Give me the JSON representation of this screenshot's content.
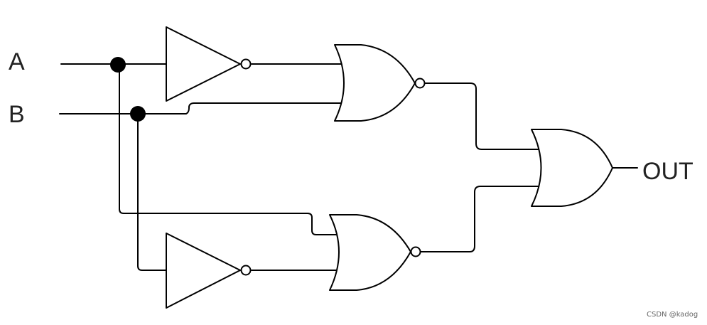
{
  "labels": {
    "input_a": "A",
    "input_b": "B",
    "output": "OUT"
  },
  "watermark": "CSDN @kadog"
}
